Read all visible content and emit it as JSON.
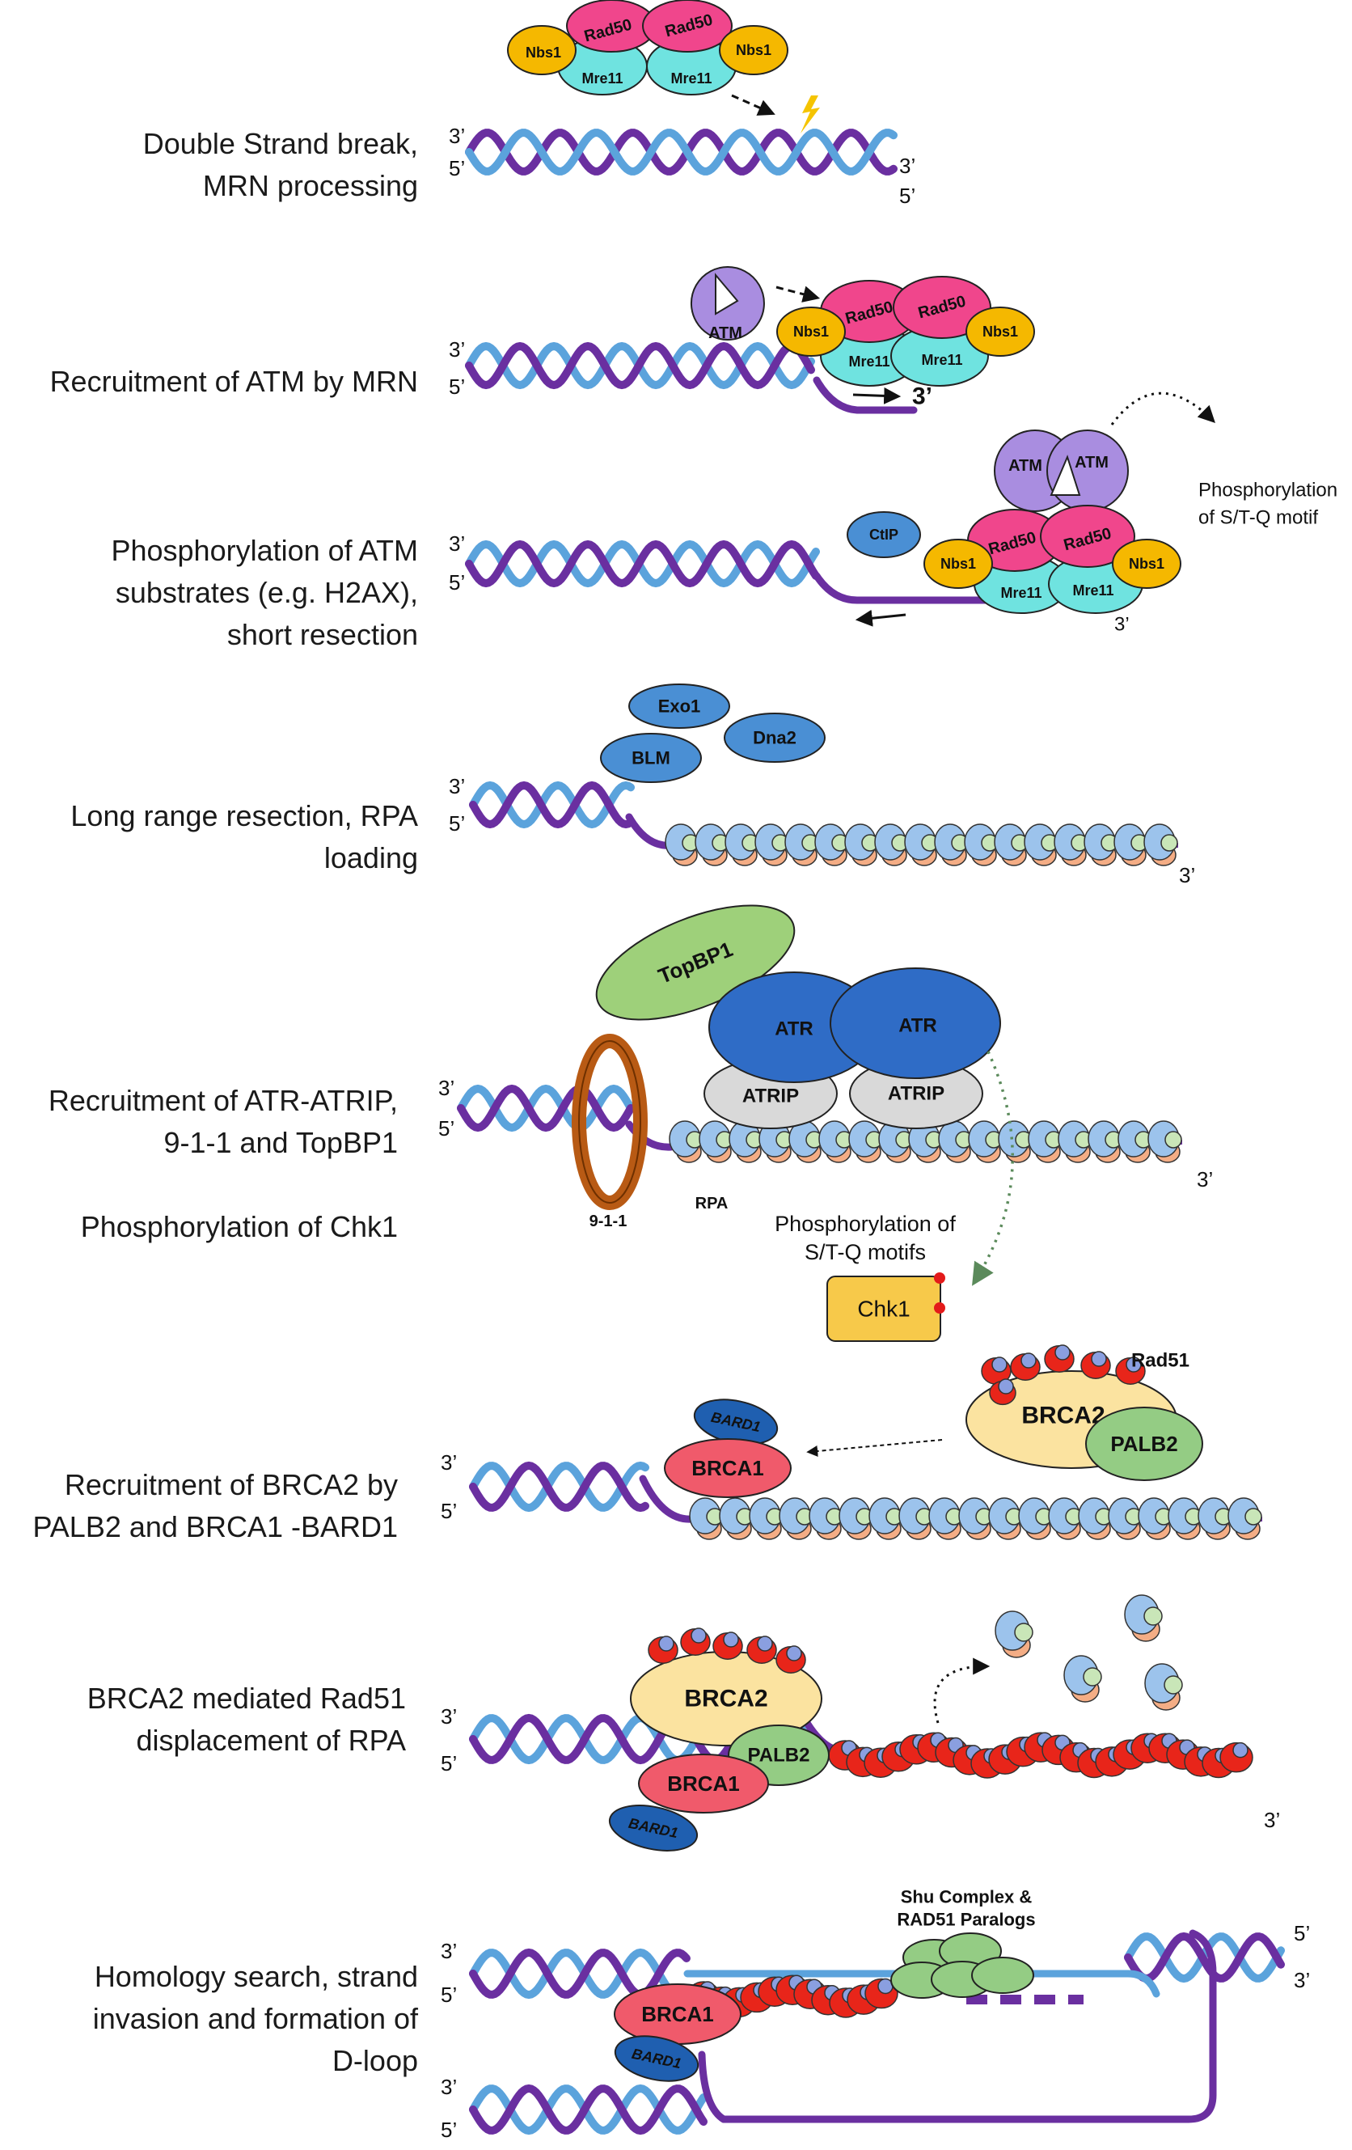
{
  "steps": [
    {
      "label_lines": [
        "Double Strand break,",
        "MRN processing"
      ]
    },
    {
      "label_lines": [
        "Recruitment of ATM by MRN"
      ]
    },
    {
      "label_lines": [
        "Phosphorylation of ATM",
        "substrates (e.g. H2AX),",
        "short resection"
      ]
    },
    {
      "label_lines": [
        "Long range resection, RPA",
        "loading"
      ]
    },
    {
      "label_lines": [
        "Recruitment of ATR-ATRIP,",
        "9-1-1 and TopBP1",
        "",
        "Phosphorylation of Chk1"
      ]
    },
    {
      "label_lines": [
        "Recruitment of BRCA2 by",
        "PALB2 and  BRCA1 -BARD1"
      ]
    },
    {
      "label_lines": [
        "BRCA2 mediated Rad51",
        "displacement of RPA"
      ]
    },
    {
      "label_lines": [
        "Homology search, strand",
        "invasion and formation of",
        "D-loop"
      ]
    }
  ],
  "proteins": {
    "rad50": "Rad50",
    "nbs1": "Nbs1",
    "mre11": "Mre11",
    "atm": "ATM",
    "ctip": "CtIP",
    "exo1": "Exo1",
    "blm": "BLM",
    "dna2": "Dna2",
    "topbp1": "TopBP1",
    "atr": "ATR",
    "atrip": "ATRIP",
    "ring911": "9-1-1",
    "rpa": "RPA",
    "chk1": "Chk1",
    "rad51": "Rad51",
    "brca2": "BRCA2",
    "palb2": "PALB2",
    "brca1": "BRCA1",
    "bard1": "BARD1",
    "shu": [
      "Shu Complex &",
      "RAD51 Paralogs"
    ]
  },
  "annotations": {
    "ststq_atm": [
      "Phosphorylation",
      "of S/T-Q motif"
    ],
    "ststq_atr": [
      "Phosphorylation of",
      "S/T-Q motifs"
    ]
  },
  "ends": {
    "three": "3’",
    "five": "5’"
  },
  "colors": {
    "dna_blue": "#5ba3dc",
    "dna_purple": "#6a2fa0",
    "rad50": "#f0468c",
    "nbs1": "#f5b800",
    "mre11": "#6fe3e0",
    "atm": "#a98de0",
    "protein_blue": "#4a8fd4",
    "topbp1": "#9ed07a",
    "atr": "#2f6cc6",
    "atrip": "#d9d9d9",
    "ring": "#b85a14",
    "chk1": "#f7c94a",
    "rad51": "#e8251a",
    "brca2": "#fbe3a0",
    "palb2": "#94cc84",
    "brca1": "#f05a6b",
    "bard1": "#1f5fb0",
    "rpa_blue": "#9cc3ec",
    "rpa_green": "#c9e6b8",
    "rpa_orange": "#f4ad85"
  }
}
